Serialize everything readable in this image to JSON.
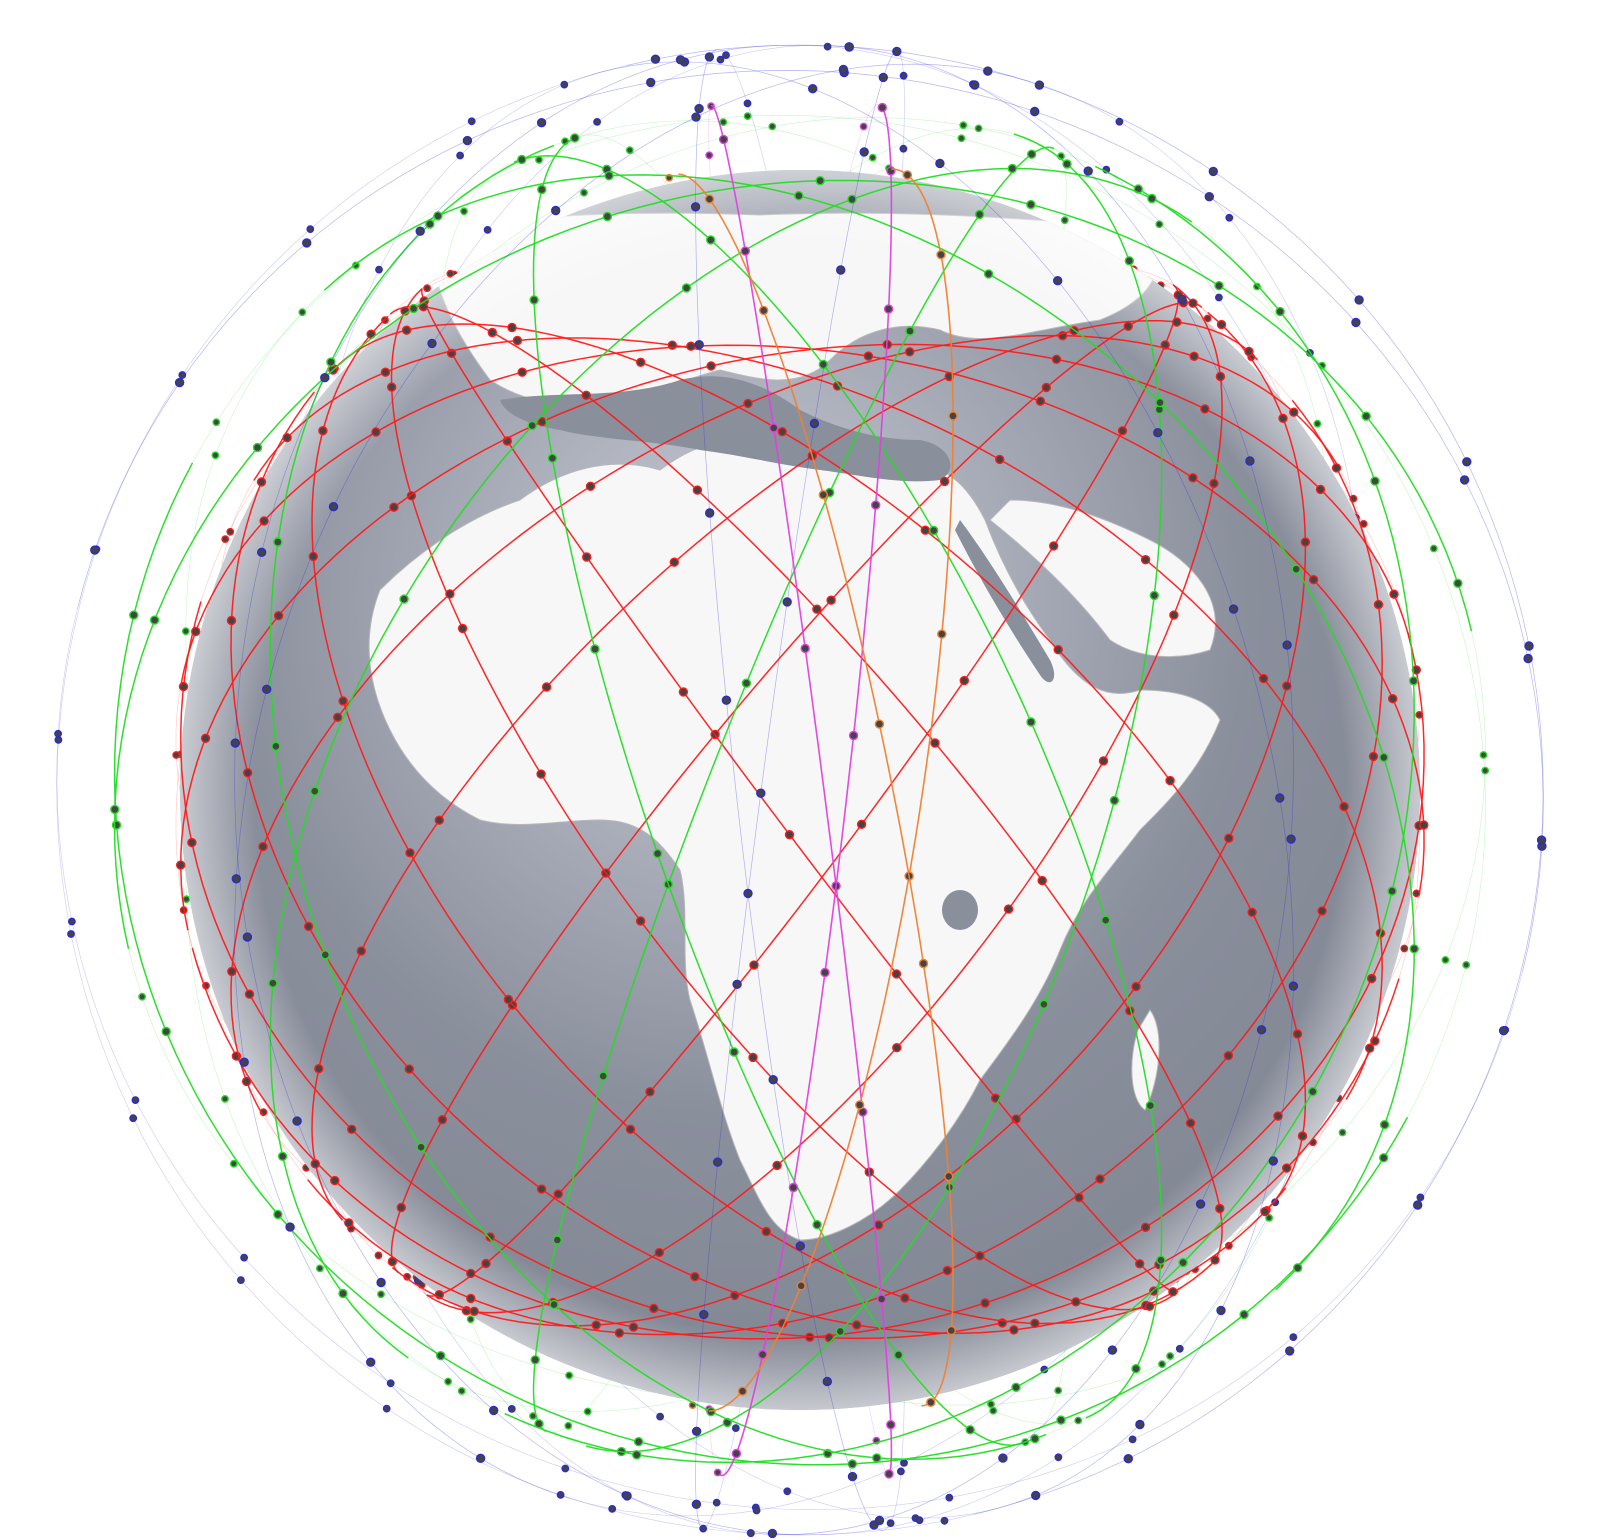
{
  "scene": {
    "background": "#ffffff",
    "ocean_color": "#8a8f9c",
    "ocean_highlight": "#c9ccd6",
    "land_color": "#f7f7f7",
    "border_color": "#b8b8b8",
    "view_center": {
      "lat": 8,
      "lon": 18
    }
  },
  "shells": [
    {
      "id": "inner-red",
      "color": "#ff1a1a",
      "altitude": "low",
      "inclination": 53,
      "planes": 18,
      "sats_per_plane": 22,
      "emphasis": "front"
    },
    {
      "id": "green",
      "color": "#22dd22",
      "altitude": "mid",
      "inclination": 70,
      "planes": 10,
      "sats_per_plane": 20,
      "emphasis": "front"
    },
    {
      "id": "outer-blue",
      "color": "#2a2ad6",
      "altitude": "high",
      "inclination": 97,
      "planes": 8,
      "sats_per_plane": 24,
      "emphasis": "faint"
    },
    {
      "id": "magenta",
      "color": "#e040e0",
      "altitude": "mid",
      "inclination": 97,
      "planes": 2,
      "sats_per_plane": 18,
      "emphasis": "line"
    },
    {
      "id": "orange",
      "color": "#f08030",
      "altitude": "low",
      "inclination": 80,
      "planes": 2,
      "sats_per_plane": 16,
      "emphasis": "line"
    }
  ],
  "satellite_dot_color": "#444444"
}
